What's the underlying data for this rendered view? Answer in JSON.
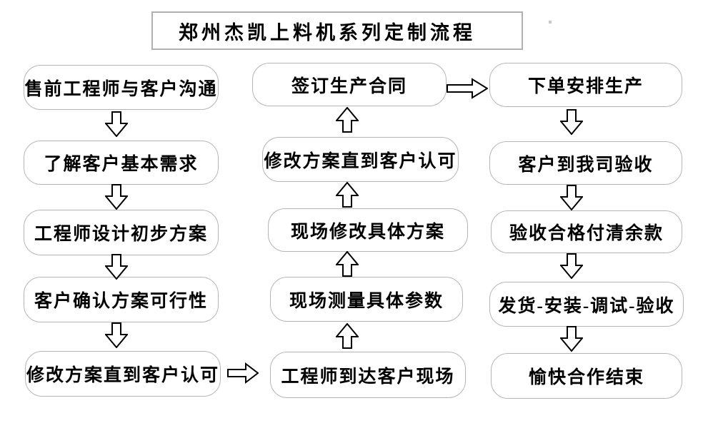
{
  "title": {
    "text": "郑州杰凯上料机系列定制流程"
  },
  "flow": {
    "left": [
      "售前工程师与客户沟通",
      "了解客户基本需求",
      "工程师设计初步方案",
      "客户确认方案可行性",
      "修改方案直到客户认可"
    ],
    "middle": [
      "签订生产合同",
      "修改方案直到客户认可",
      "现场修改具体方案",
      "现场测量具体参数",
      "工程师到达客户现场"
    ],
    "right": [
      "下单安排生产",
      "客户到我司验收",
      "验收合格付清余款",
      "发货-安装-调试-验收",
      "愉快合作结束"
    ]
  },
  "colors": {
    "background": "#ffffff",
    "box_border": "#b5b5b5",
    "text": "#000000",
    "arrow_outline": "#000000",
    "arrow_fill": "#ffffff"
  }
}
